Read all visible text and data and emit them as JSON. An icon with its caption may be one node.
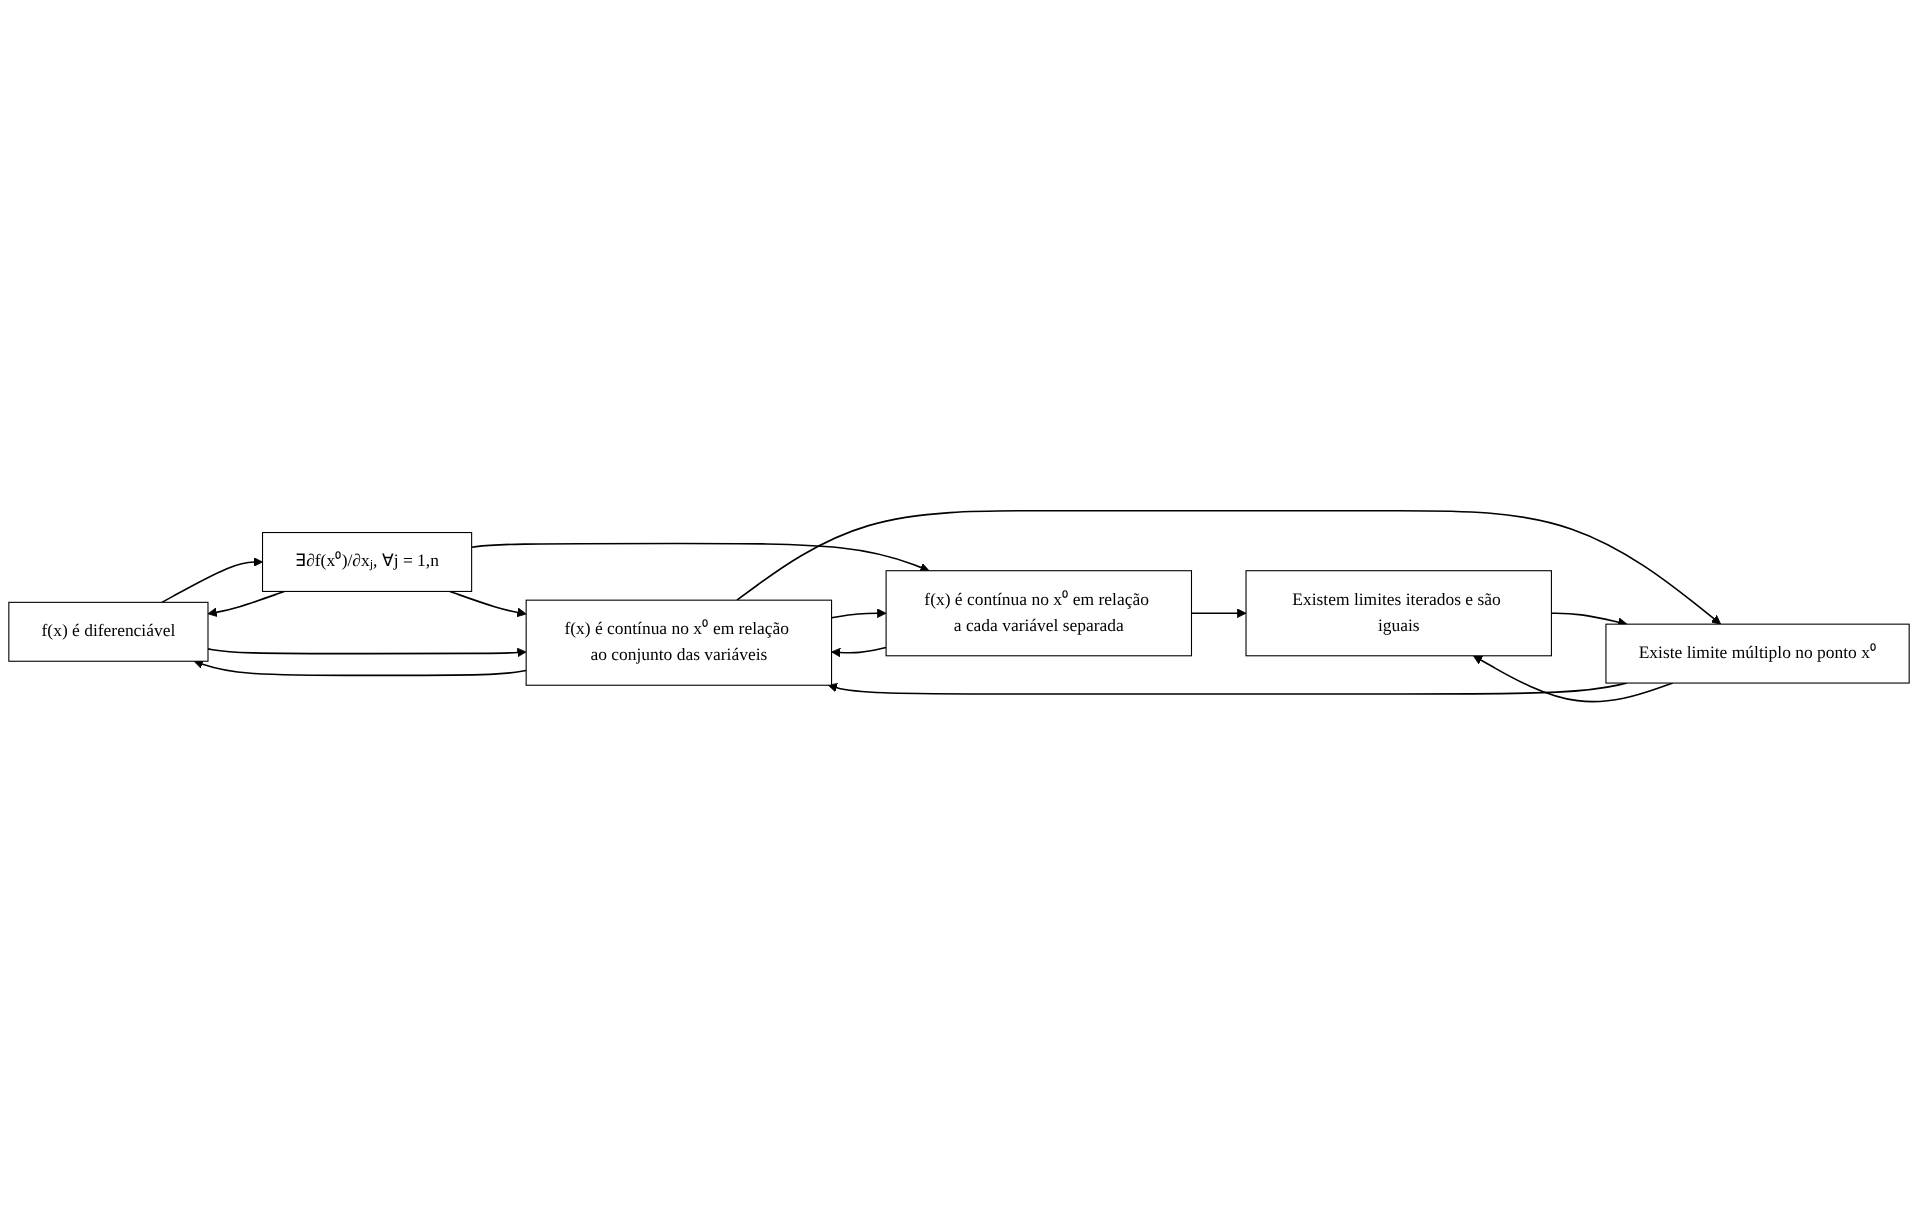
{
  "diagram": {
    "nodes": [
      {
        "text": [
          "f(x) é diferenciável"
        ]
      },
      {
        "text": [
          "∃∂f(x⁰)/∂xⱼ, ∀j = 1,n"
        ]
      },
      {
        "text": [
          "f(x) é contínua no x⁰ em relação ao conjunto das variáveis"
        ]
      },
      {
        "text": [
          "f(x) é contínua no x⁰ em relação a cada variável separada"
        ]
      },
      {
        "text": [
          "Existe limite múltiplo no ponto x⁰"
        ]
      },
      {
        "text": [
          "Existem limites iterados e são iguais"
        ]
      }
    ],
    "edges": [
      {
        "from": 0,
        "to": 1,
        "arrow": "to"
      },
      {
        "from": 1,
        "to": 0,
        "arrow": "to"
      },
      {
        "from": 1,
        "to": 2,
        "arrow": "to"
      },
      {
        "from": 0,
        "to": 2,
        "arrow": "to"
      },
      {
        "from": 2,
        "to": 0,
        "arrow": "to"
      },
      {
        "from": 1,
        "to": 3,
        "arrow": "to"
      },
      {
        "from": 2,
        "to": 3,
        "arrow": "to"
      },
      {
        "from": 3,
        "to": 2,
        "arrow": "to"
      },
      {
        "from": 2,
        "to": 4,
        "arrow": "to"
      },
      {
        "from": 4,
        "to": 2,
        "arrow": "to"
      },
      {
        "from": 3,
        "to": 5,
        "arrow": "to"
      },
      {
        "from": 4,
        "to": 5,
        "arrow": "to"
      },
      {
        "from": 5,
        "to": 4,
        "arrow": "to"
      }
    ]
  }
}
